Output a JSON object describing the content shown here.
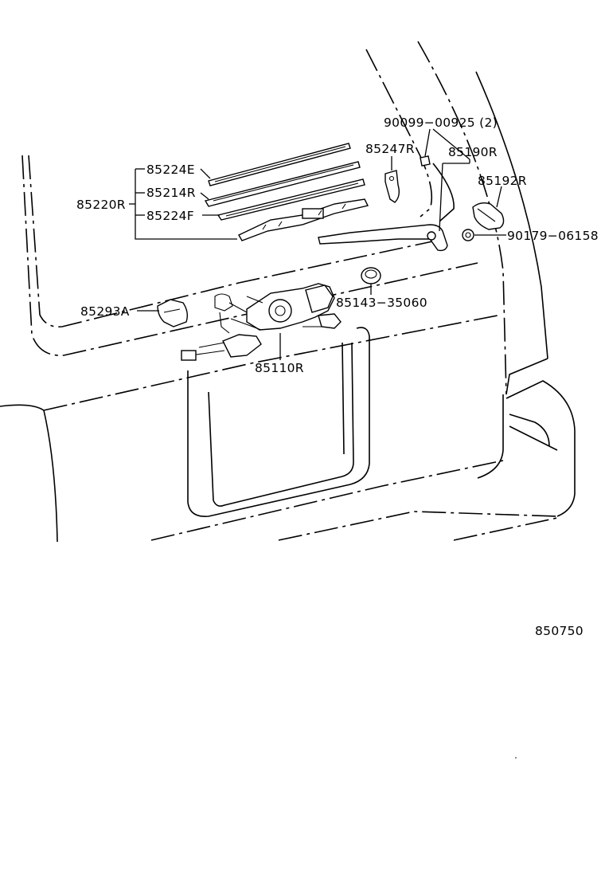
{
  "callouts": {
    "c_90099": "90099−00925 (2)",
    "c_85247R": "85247R",
    "c_85190R": "85190R",
    "c_85224E": "85224E",
    "c_85214R": "85214R",
    "c_85220R": "85220R",
    "c_85224F": "85224F",
    "c_85192R": "85192R",
    "c_90179": "90179−06158",
    "c_85293A": "85293A",
    "c_85143": "85143−35060",
    "c_85110R": "85110R"
  },
  "diagram_id": "850750"
}
